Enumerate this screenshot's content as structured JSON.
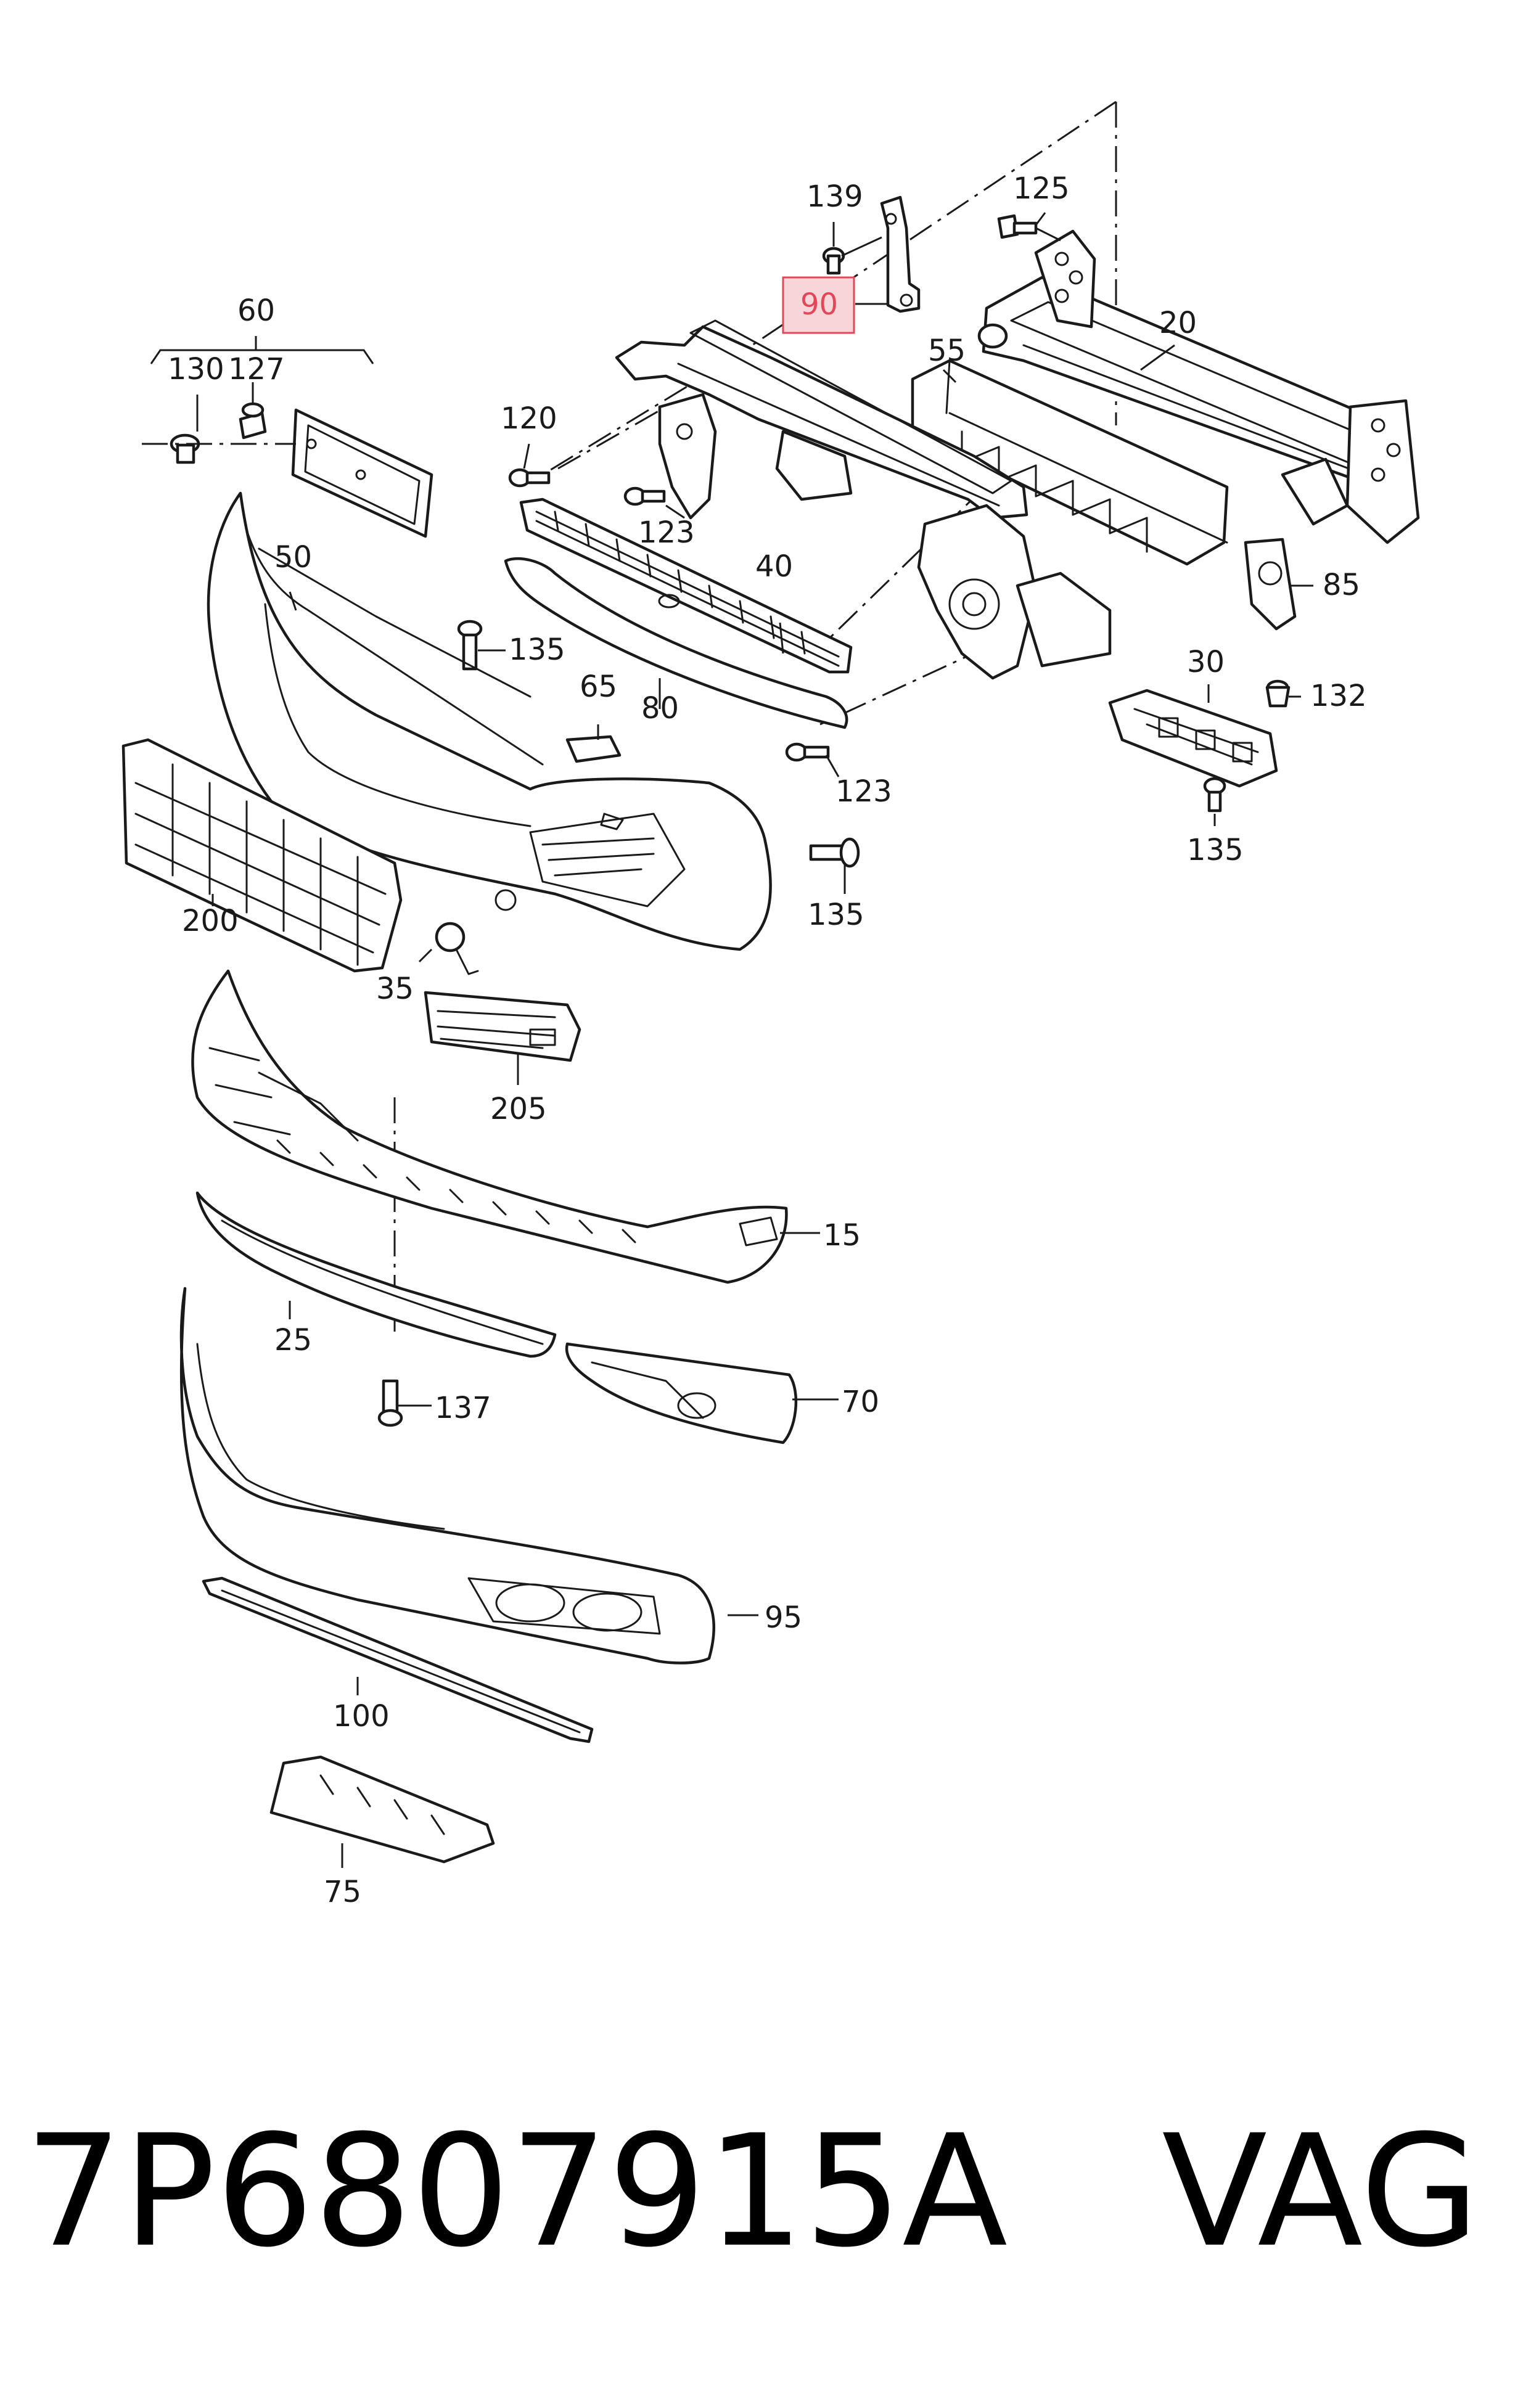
{
  "callouts": [
    {
      "id": "c139",
      "label": "139"
    },
    {
      "id": "c125",
      "label": "125"
    },
    {
      "id": "c90",
      "label": "90",
      "highlighted": true
    },
    {
      "id": "c20",
      "label": "20"
    },
    {
      "id": "c55",
      "label": "55"
    },
    {
      "id": "c60",
      "label": "60"
    },
    {
      "id": "c130",
      "label": "130"
    },
    {
      "id": "c127",
      "label": "127"
    },
    {
      "id": "c120",
      "label": "120"
    },
    {
      "id": "c123a",
      "label": "123"
    },
    {
      "id": "c50",
      "label": "50"
    },
    {
      "id": "c40",
      "label": "40"
    },
    {
      "id": "c85",
      "label": "85"
    },
    {
      "id": "c135a",
      "label": "135"
    },
    {
      "id": "c65",
      "label": "65"
    },
    {
      "id": "c80",
      "label": "80"
    },
    {
      "id": "c30",
      "label": "30"
    },
    {
      "id": "c132",
      "label": "132"
    },
    {
      "id": "c123b",
      "label": "123"
    },
    {
      "id": "c135b",
      "label": "135"
    },
    {
      "id": "c200",
      "label": "200"
    },
    {
      "id": "c135c",
      "label": "135"
    },
    {
      "id": "c35",
      "label": "35"
    },
    {
      "id": "c205",
      "label": "205"
    },
    {
      "id": "c15",
      "label": "15"
    },
    {
      "id": "c25",
      "label": "25"
    },
    {
      "id": "c137",
      "label": "137"
    },
    {
      "id": "c70",
      "label": "70"
    },
    {
      "id": "c95",
      "label": "95"
    },
    {
      "id": "c100",
      "label": "100"
    },
    {
      "id": "c75",
      "label": "75"
    }
  ],
  "caption": {
    "part_number": "7P6807915A",
    "brand": "VAG"
  },
  "colors": {
    "line": "#1a1a1a",
    "highlight_fill": "#f8d5d8",
    "highlight_stroke": "#e0485a"
  }
}
